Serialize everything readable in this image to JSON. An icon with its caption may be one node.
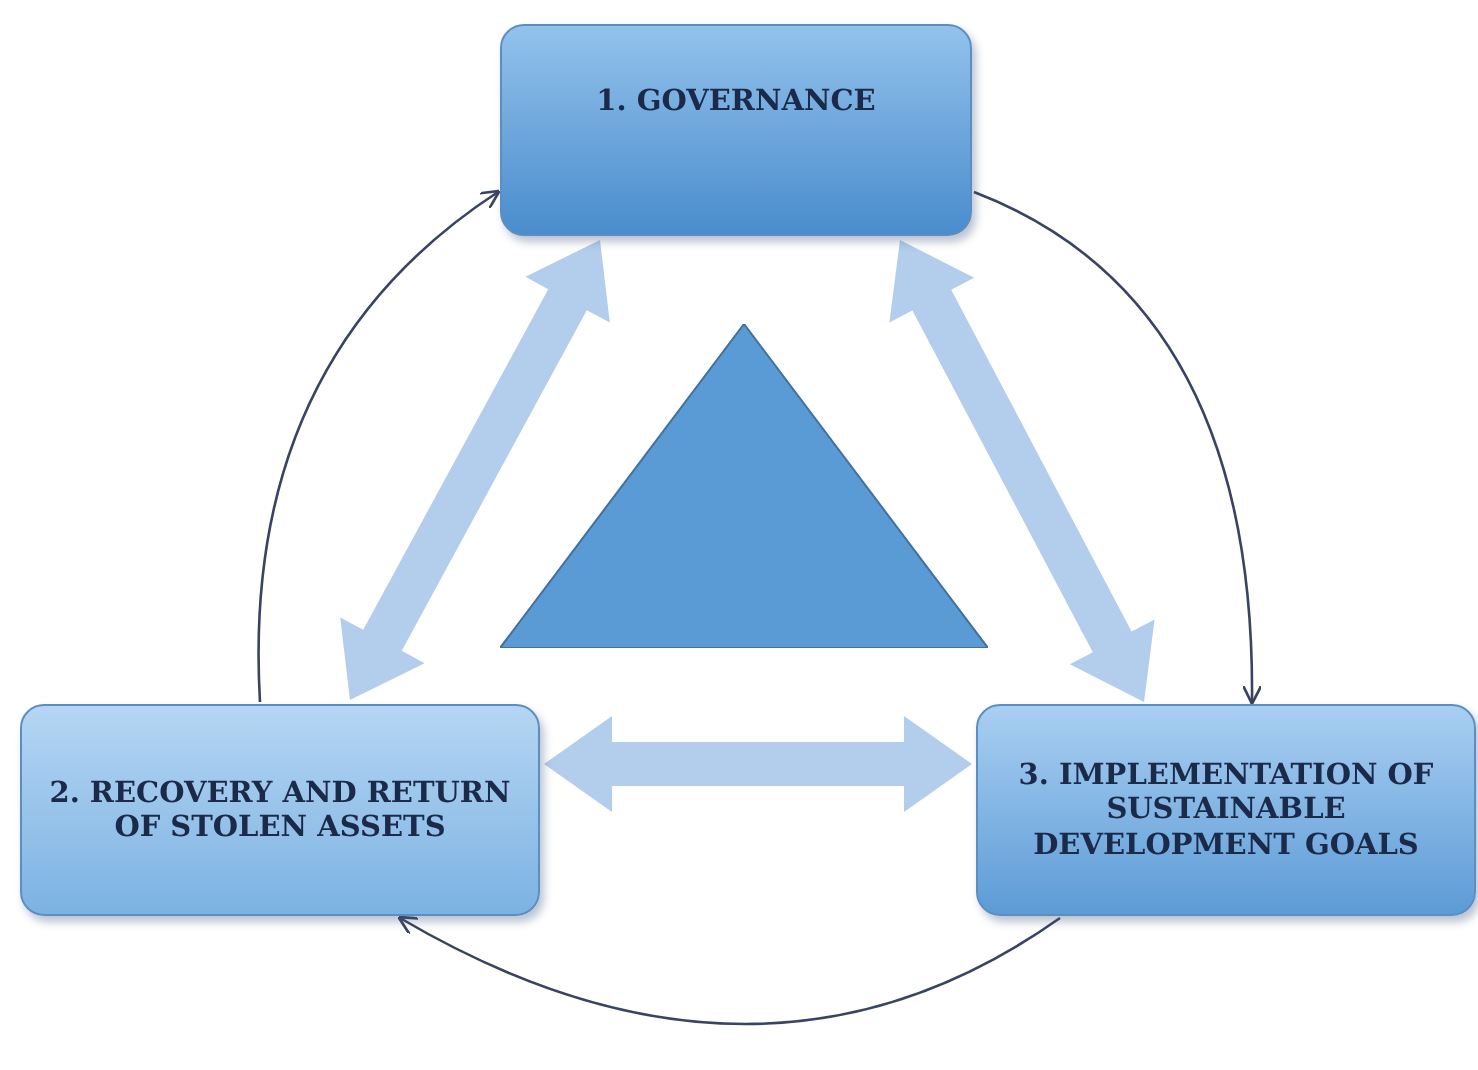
{
  "diagram": {
    "nodes": [
      {
        "text": [
          "1. GOVERNANCE"
        ]
      },
      {
        "text": [
          "2. RECOVERY AND RETURN OF STOLEN ASSETS"
        ]
      },
      {
        "text": [
          "3. IMPLEMENTATION OF SUSTAINABLE DEVELOPMENT GOALS"
        ]
      },
      {
        "text": [],
        "shape": "triangle"
      }
    ],
    "edges": [
      {
        "from": 1,
        "to": 0,
        "arrow": "to"
      },
      {
        "from": 0,
        "to": 2,
        "arrow": "to"
      },
      {
        "from": 2,
        "to": 1,
        "arrow": "to"
      },
      {
        "from": 1,
        "to": 0,
        "arrow": "both",
        "style": "thick",
        "color": "#b3cdec"
      },
      {
        "from": 0,
        "to": 2,
        "arrow": "both",
        "style": "thick",
        "color": "#b3cdec"
      },
      {
        "from": 1,
        "to": 2,
        "arrow": "both",
        "style": "thick",
        "color": "#b3cdec"
      }
    ]
  }
}
